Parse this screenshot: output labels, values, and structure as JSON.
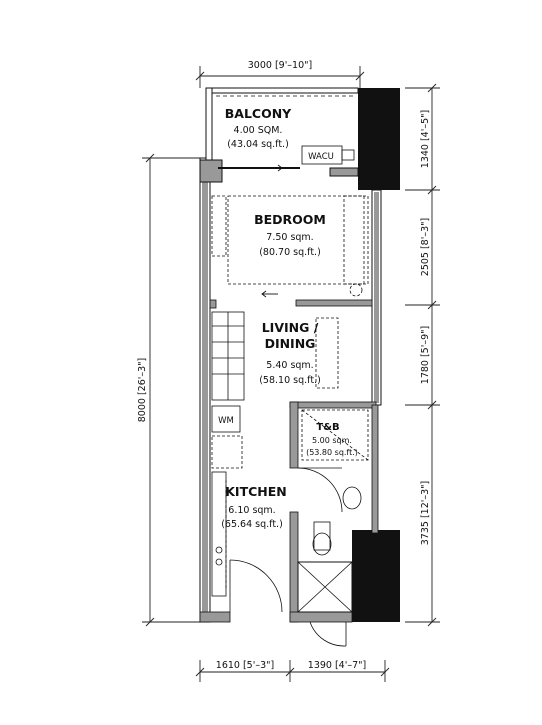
{
  "rooms": {
    "balcony": {
      "name": "BALCONY",
      "area_sqm": "4.00 SQM.",
      "area_sqft": "(43.04 sq.ft.)"
    },
    "bedroom": {
      "name": "BEDROOM",
      "area_sqm": "7.50 sqm.",
      "area_sqft": "(80.70 sq.ft.)"
    },
    "living": {
      "name_line1": "LIVING /",
      "name_line2": "DINING",
      "area_sqm": "5.40 sqm.",
      "area_sqft": "(58.10 sq.ft.)"
    },
    "tb": {
      "name": "T&B",
      "area_sqm": "5.00 sqm.",
      "area_sqft": "(53.80 sq.ft.)"
    },
    "kitchen": {
      "name": "KITCHEN",
      "area_sqm": "6.10 sqm.",
      "area_sqft": "(65.64 sq.ft.)"
    }
  },
  "fixtures": {
    "wacu": "WACU",
    "wm": "WM"
  },
  "dimensions": {
    "top_width": "3000 [9'–10\"]",
    "left_total": "8000 [26'–3\"]",
    "right_balcony": "1340 [4'–5\"]",
    "right_bedroom": "2505 [8'–3\"]",
    "right_living": "1780 [5'–9\"]",
    "right_kitchen": "3735 [12'–3\"]",
    "bottom_left": "1610 [5'–3\"]",
    "bottom_right": "1390 [4'–7\"]"
  }
}
